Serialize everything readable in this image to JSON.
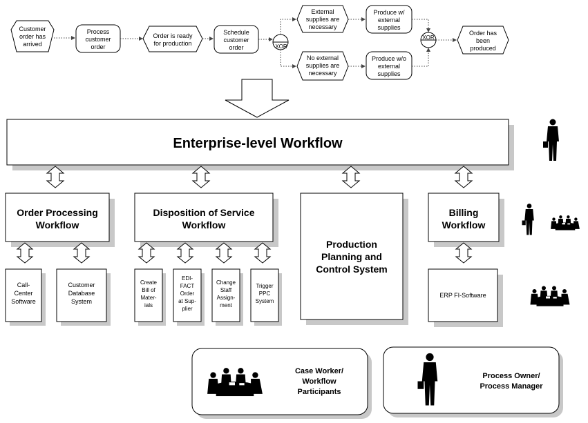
{
  "process_chain": {
    "events": [
      [
        "Customer",
        "order has",
        "arrived"
      ],
      [
        "Order is ready",
        "for production"
      ],
      [
        "External",
        "supplies are",
        "necessary"
      ],
      [
        "No external",
        "supplies are",
        "necessary"
      ],
      [
        "Order has",
        "been",
        "produced"
      ]
    ],
    "functions": [
      [
        "Process",
        "customer",
        "order"
      ],
      [
        "Schedule",
        "customer",
        "order"
      ],
      [
        "Produce w/",
        "external",
        "supplies"
      ],
      [
        "Produce w/o",
        "external",
        "supplies"
      ]
    ],
    "connectors": [
      "XOR",
      "XOR"
    ]
  },
  "enterprise": {
    "title": "Enterprise-level Workflow"
  },
  "workflows": {
    "order_processing": [
      "Order Processing",
      "Workflow"
    ],
    "disposition": [
      "Disposition of Service",
      "Workflow"
    ],
    "production": [
      "Production",
      "Planning and",
      "Control System"
    ],
    "billing": [
      "Billing",
      "Workflow"
    ]
  },
  "systems": {
    "call_center": [
      "Call-",
      "Center",
      "Software"
    ],
    "customer_db": [
      "Customer",
      "Database",
      "System"
    ],
    "bill_of_materials": [
      "Create",
      "Bill of",
      "Mater-",
      "ials"
    ],
    "edifact": [
      "EDI-",
      "FACT",
      "Order",
      "at Sup-",
      "plier"
    ],
    "change_staff": [
      "Change",
      "Staff",
      "Assign-",
      "ment"
    ],
    "trigger_ppc": [
      "Trigger",
      "PPC",
      "System"
    ],
    "erp": [
      "ERP FI-Software"
    ]
  },
  "legend": {
    "case_worker": [
      "Case Worker/",
      "Workflow",
      "Participants"
    ],
    "process_owner": [
      "Process Owner/",
      "Process Manager"
    ]
  }
}
